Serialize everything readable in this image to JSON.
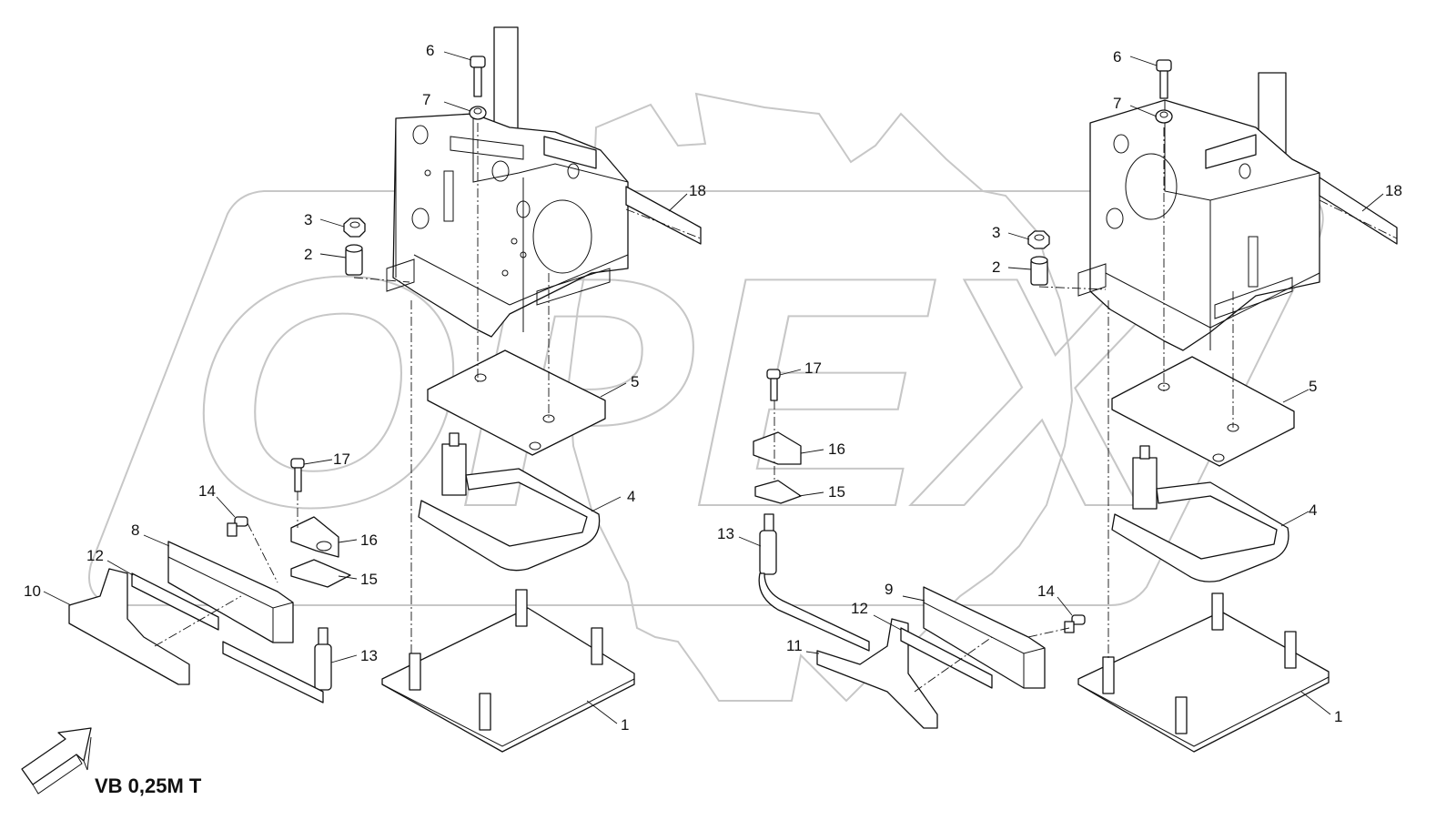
{
  "diagram": {
    "watermark_text": "OPEX",
    "caption": "VB 0,25M T",
    "callouts": {
      "left": [
        "1",
        "2",
        "3",
        "4",
        "5",
        "6",
        "7",
        "8",
        "10",
        "12",
        "13",
        "14",
        "15",
        "16",
        "17",
        "18"
      ],
      "right": [
        "1",
        "2",
        "3",
        "4",
        "5",
        "6",
        "7",
        "9",
        "11",
        "12",
        "13",
        "14",
        "15",
        "16",
        "17",
        "18"
      ]
    }
  },
  "colors": {
    "line": "#111111",
    "watermark": "#c7c7c7",
    "background": "#ffffff"
  },
  "icons": [
    "direction-arrow-icon"
  ]
}
